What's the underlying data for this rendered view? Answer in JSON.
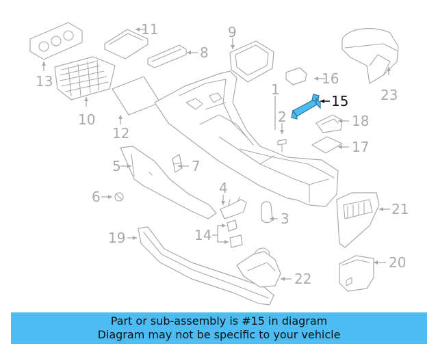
{
  "diagram": {
    "highlight_part": "15",
    "highlight_color": "#4cbcf2",
    "part_color": "#a9a9a9",
    "labels": {
      "l1": "1",
      "l2": "2",
      "l3": "3",
      "l4": "4",
      "l5": "5",
      "l6": "6",
      "l7": "7",
      "l8": "8",
      "l9": "9",
      "l10": "10",
      "l11": "11",
      "l12": "12",
      "l13": "13",
      "l14": "14",
      "l15": "15",
      "l16": "16",
      "l17": "17",
      "l18": "18",
      "l19": "19",
      "l20": "20",
      "l21": "21",
      "l22": "22",
      "l23": "23"
    }
  },
  "banner": {
    "line1": "Part or sub-assembly is #15 in diagram",
    "line2": "Diagram may not be specific to your vehicle",
    "bg_color": "#4cbcf2"
  }
}
